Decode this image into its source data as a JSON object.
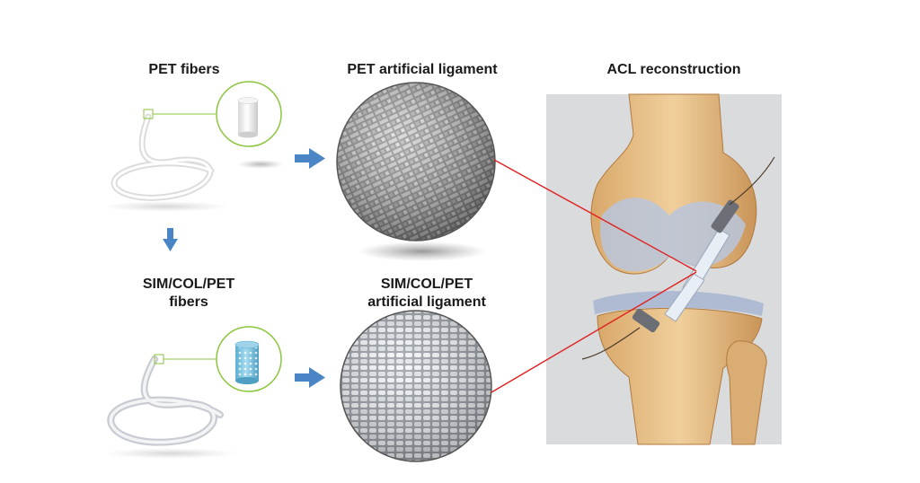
{
  "labels": {
    "pet_fibers": "PET fibers",
    "pet_ligament": "PET artificial ligament",
    "acl": "ACL reconstruction",
    "sim_fibers_line1": "SIM/COL/PET",
    "sim_fibers_line2": "fibers",
    "sim_ligament_line1": "SIM/COL/PET",
    "sim_ligament_line2": "artificial ligament"
  },
  "colors": {
    "arrow": "#4a86c5",
    "connector": "#e02020",
    "callout": "#8cc63f",
    "bone": "#e8c08a",
    "cartilage": "#b9c6dc",
    "coating": "#7ec3e0"
  }
}
